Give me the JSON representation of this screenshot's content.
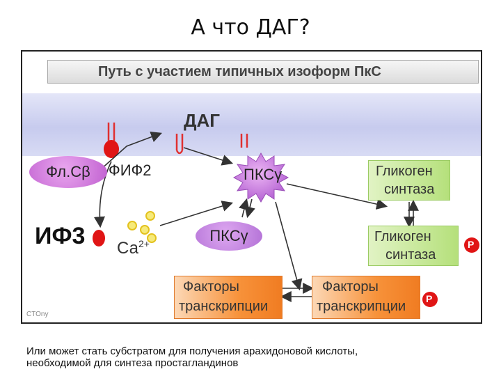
{
  "slide_title": "А что ДАГ?",
  "diagram": {
    "title": "Путь с участием типичных изоформ ПкС",
    "dag": "ДАГ",
    "plc": "Фл.Сβ",
    "pip2": "ФИФ2",
    "pkc_active": "ПКСγ",
    "pkc_inactive": "ПКСγ",
    "ip3": "ИФ3",
    "calcium": "Са",
    "calcium_charge": "2+",
    "glycogen_synthase_1": [
      "Гликоген",
      "синтаза"
    ],
    "glycogen_synthase_2": [
      "Гликоген",
      "синтаза"
    ],
    "transcription_factors_1": [
      "Факторы",
      "транскрипции"
    ],
    "transcription_factors_2": [
      "Факторы",
      "транскрипции"
    ],
    "phosphate": "Р",
    "watermark": "CTOny"
  },
  "caption": [
    "Или может  стать субстратом для получения  арахидоновой кислоты,",
    "необходимой для синтеза простагландинов"
  ],
  "colors": {
    "membrane": "#c7cbee",
    "enzyme_purple": "#c05fd0",
    "green_box": "#b5e07b",
    "orange_box": "#f07c22",
    "red_marker": "#e01515",
    "calcium_yellow": "#f2dc3a"
  }
}
